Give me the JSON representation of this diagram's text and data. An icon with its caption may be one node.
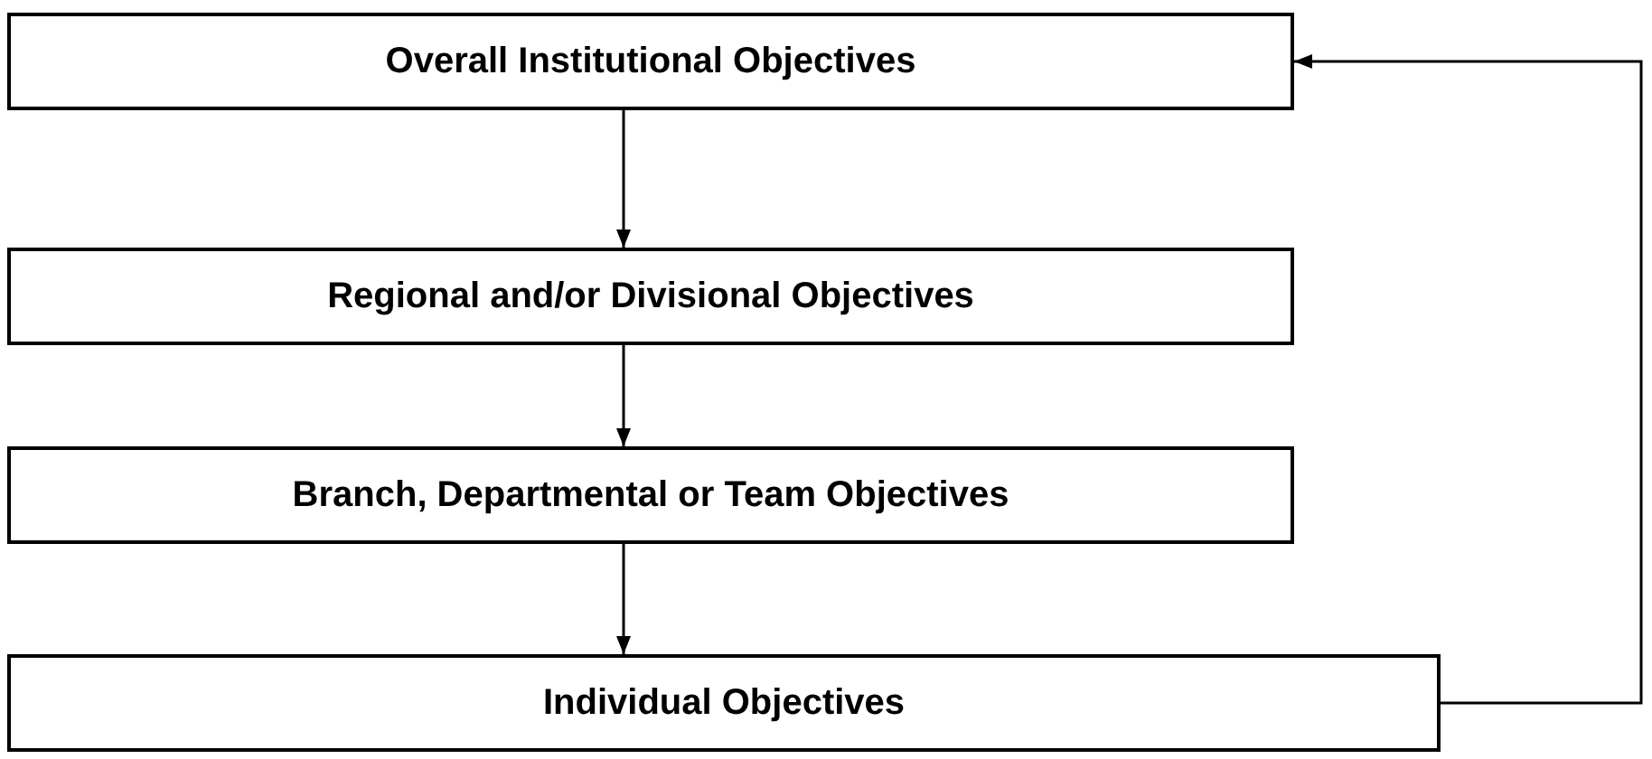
{
  "diagram": {
    "nodes": [
      {
        "text": [
          "Overall Institutional Objectives"
        ]
      },
      {
        "text": [
          "Regional and/or Divisional Objectives"
        ]
      },
      {
        "text": [
          "Branch, Departmental or Team Objectives"
        ]
      },
      {
        "text": [
          "Individual Objectives"
        ]
      }
    ],
    "edges": [
      {
        "from": 0,
        "to": 1,
        "arrow": "to"
      },
      {
        "from": 1,
        "to": 2,
        "arrow": "to"
      },
      {
        "from": 2,
        "to": 3,
        "arrow": "to"
      },
      {
        "from": 3,
        "to": 0,
        "arrow": "to"
      }
    ]
  }
}
